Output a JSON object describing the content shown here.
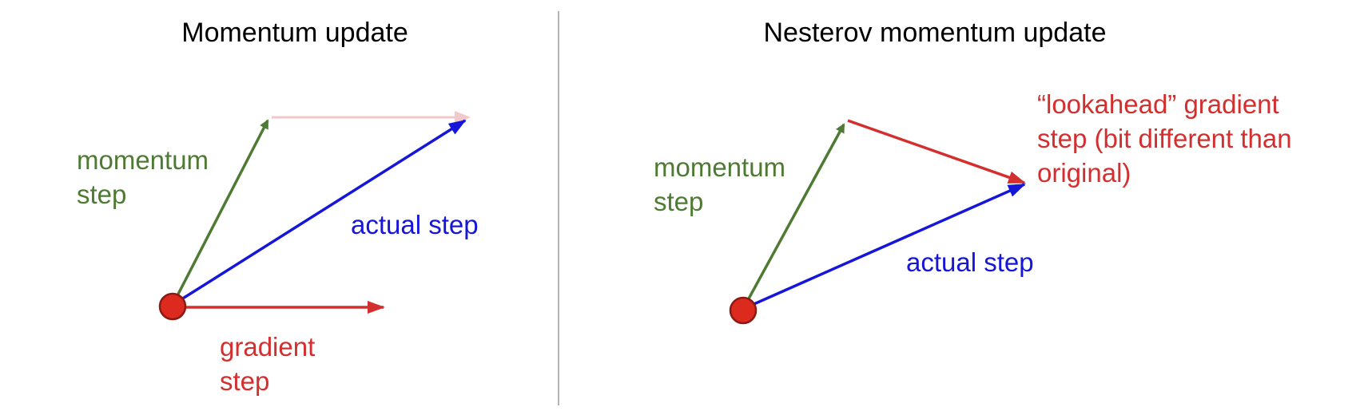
{
  "colors": {
    "green": "#4e7a34",
    "blue": "#1616d9",
    "red": "#d32f2f",
    "faint_red": "#f1c9c9",
    "divider": "#b5b5b5",
    "dot_fill": "#dd2a1f",
    "dot_stroke": "#8c1a12"
  },
  "left_panel": {
    "title": "Momentum update",
    "momentum_label": [
      "momentum",
      "step"
    ],
    "actual_label": "actual step",
    "gradient_label": [
      "gradient",
      "step"
    ]
  },
  "right_panel": {
    "title": "Nesterov momentum update",
    "momentum_label": [
      "momentum",
      "step"
    ],
    "actual_label": "actual step",
    "lookahead_label": [
      "“lookahead” gradient",
      "step (bit different than",
      "original)"
    ]
  }
}
